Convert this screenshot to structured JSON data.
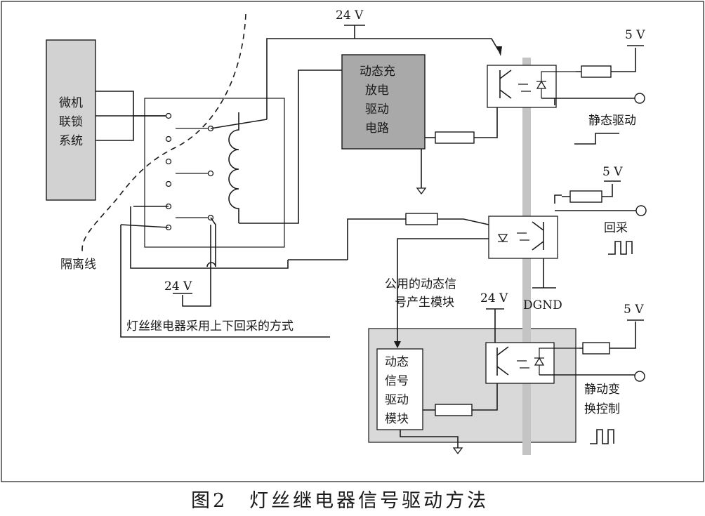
{
  "labels": {
    "microcomputer": [
      "微机",
      "联锁",
      "系统"
    ],
    "isolation_line": "隔离线",
    "supply_24v_top": "24 V",
    "supply_24v_left": "24 V",
    "supply_24v_mid": "24 V",
    "supply_5v_top": "5 V",
    "supply_5v_mid": "5 V",
    "supply_5v_bottom": "5 V",
    "dynamic_charge_circuit": [
      "动态充",
      "放电",
      "驱动",
      "电路"
    ],
    "static_drive": "静态驱动",
    "readback": "回采",
    "dgnd": "DGND",
    "shared_module": [
      "公用的动态信",
      "号产生模块"
    ],
    "dynamic_signal_module": [
      "动态",
      "信号",
      "驱动",
      "模块"
    ],
    "static_dynamic_control": [
      "静动变",
      "换控制"
    ],
    "relay_note": "灯丝继电器采用上下回采的方式",
    "caption": "图2　灯丝继电器信号驱动方法"
  },
  "colors": {
    "line": "#1a1a1a",
    "module_fill": "#a9a9a9",
    "panel_fill": "#d9d9d9",
    "isolation_band": "#c4c4c4",
    "background": "#ffffff"
  }
}
